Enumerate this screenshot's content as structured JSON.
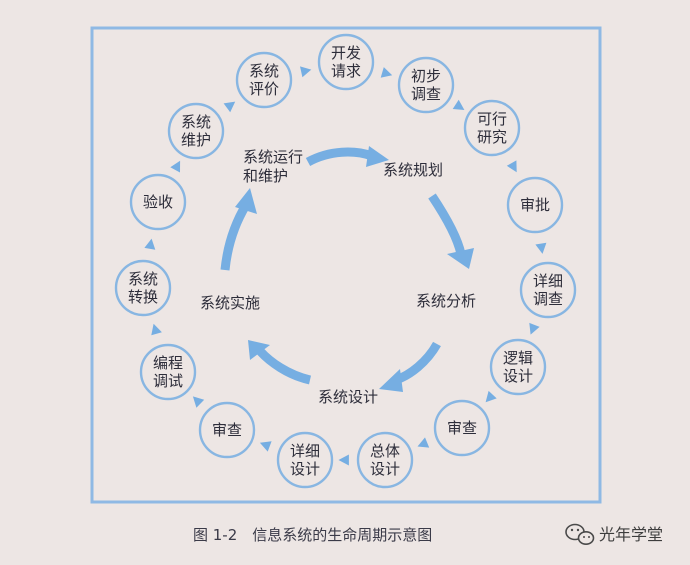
{
  "colors": {
    "background": "#ede6e4",
    "frame": "#8fb9e4",
    "node_stroke": "#88b6e2",
    "arrow": "#76aee2",
    "text": "#2d2d3a"
  },
  "nodes": [
    {
      "id": "n1",
      "lines": [
        "开发",
        "请求"
      ]
    },
    {
      "id": "n2",
      "lines": [
        "初步",
        "调查"
      ]
    },
    {
      "id": "n3",
      "lines": [
        "可行",
        "研究"
      ]
    },
    {
      "id": "n4",
      "lines": [
        "审批"
      ]
    },
    {
      "id": "n5",
      "lines": [
        "详细",
        "调查"
      ]
    },
    {
      "id": "n6",
      "lines": [
        "逻辑",
        "设计"
      ]
    },
    {
      "id": "n7",
      "lines": [
        "审查"
      ]
    },
    {
      "id": "n8",
      "lines": [
        "总体",
        "设计"
      ]
    },
    {
      "id": "n9",
      "lines": [
        "详细",
        "设计"
      ]
    },
    {
      "id": "n10",
      "lines": [
        "审查"
      ]
    },
    {
      "id": "n11",
      "lines": [
        "编程",
        "调试"
      ]
    },
    {
      "id": "n12",
      "lines": [
        "系统",
        "转换"
      ]
    },
    {
      "id": "n13",
      "lines": [
        "验收"
      ]
    },
    {
      "id": "n14",
      "lines": [
        "系统",
        "维护"
      ]
    },
    {
      "id": "n15",
      "lines": [
        "系统",
        "评价"
      ]
    }
  ],
  "phases": [
    {
      "id": "planning",
      "lines": [
        "系统规划"
      ]
    },
    {
      "id": "analysis",
      "lines": [
        "系统分析"
      ]
    },
    {
      "id": "design",
      "lines": [
        "系统设计"
      ]
    },
    {
      "id": "implementation",
      "lines": [
        "系统实施"
      ]
    },
    {
      "id": "operation",
      "lines": [
        "系统运行",
        "和维护"
      ]
    }
  ],
  "caption": "图 1-2　信息系统的生命周期示意图",
  "watermark": {
    "icon": "wechat-icon",
    "text": "光年学堂"
  }
}
